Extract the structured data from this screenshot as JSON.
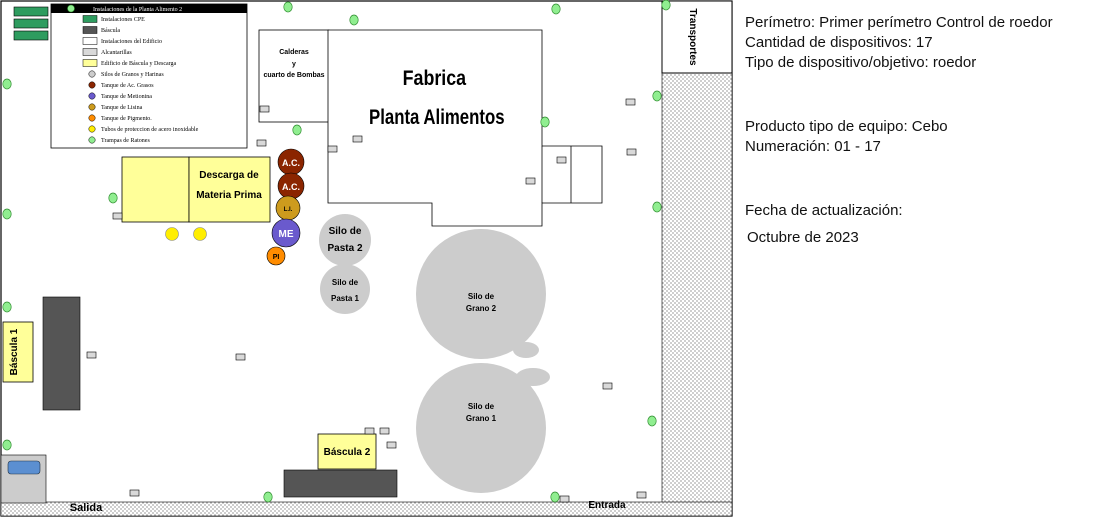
{
  "legend": {
    "title": "Instalaciones de la Planta Alimento 2",
    "items": [
      {
        "label": "Instalaciones CPE",
        "swatch": "rect",
        "color": "#2e9c5f"
      },
      {
        "label": "Báscula",
        "swatch": "rect",
        "color": "#555555"
      },
      {
        "label": "Instalaciones del Edificio",
        "swatch": "rect",
        "color": "#ffffff"
      },
      {
        "label": "Alcantarillas",
        "swatch": "rect",
        "color": "#d9d9d9"
      },
      {
        "label": "Edificio de Báscula y Descarga",
        "swatch": "rect",
        "color": "#ffff99"
      },
      {
        "label": "Silos de Granos y Harinas",
        "swatch": "circle",
        "color": "#cccccc"
      },
      {
        "label": "Tanque de Ac. Grasos",
        "swatch": "circle",
        "color": "#8b2500"
      },
      {
        "label": "Tanque de Metionina",
        "swatch": "circle",
        "color": "#6a5acd"
      },
      {
        "label": "Tanque de Lisina",
        "swatch": "circle",
        "color": "#cd9b1d"
      },
      {
        "label": "Tanque de Pigmento.",
        "swatch": "circle",
        "color": "#ff8c00"
      },
      {
        "label": "Tubos de proteccion de acero inoxidable",
        "swatch": "circle",
        "color": "#ffee00"
      },
      {
        "label": "Trampas de Ratones",
        "swatch": "circle",
        "color": "#90ee90"
      }
    ]
  },
  "labels": {
    "calderas_1": "Calderas",
    "calderas_2": "y",
    "calderas_3": "cuarto de Bombas",
    "fabrica_1": "Fabrica",
    "fabrica_2": "Planta Alimentos",
    "descarga_1": "Descarga de",
    "descarga_2": "Materia Prima",
    "ac1": "A.C.",
    "ac2": "A.C.",
    "li": "L.I.",
    "me": "ME",
    "pi": "PI",
    "silo_pasta2_1": "Silo de",
    "silo_pasta2_2": "Pasta 2",
    "silo_pasta1_1": "Silo de",
    "silo_pasta1_2": "Pasta 1",
    "silo_grano2_1": "Silo de",
    "silo_grano2_2": "Grano 2",
    "silo_grano1_1": "Silo de",
    "silo_grano1_2": "Grano 1",
    "bascula1": "Báscula 1",
    "bascula2": "Báscula 2",
    "transportes": "Transportes",
    "salida": "Salida",
    "entrada": "Entrada"
  },
  "info": {
    "perimetro": "Perímetro: Primer perímetro Control de roedor",
    "cantidad": "Cantidad de dispositivos: 17",
    "tipo": "Tipo de dispositivo/objetivo: roedor",
    "producto": "Producto tipo de equipo: Cebo",
    "numeracion": "Numeración: 01 - 17",
    "fecha_label": "Fecha de actualización:",
    "fecha_value": "Octubre de 2023"
  },
  "colors": {
    "trap": "#90ee90",
    "trap_stroke": "#2e8b2e",
    "cpe": "#2e9c5f",
    "scale": "#555555",
    "yellow_building": "#ffff99",
    "silo": "#cccccc",
    "fatty_acid": "#8b2500",
    "methionine": "#6a5acd",
    "lysine": "#cd9b1d",
    "pigment": "#ff8c00",
    "protection_tube": "#ffee00",
    "drain": "#d9d9d9"
  }
}
